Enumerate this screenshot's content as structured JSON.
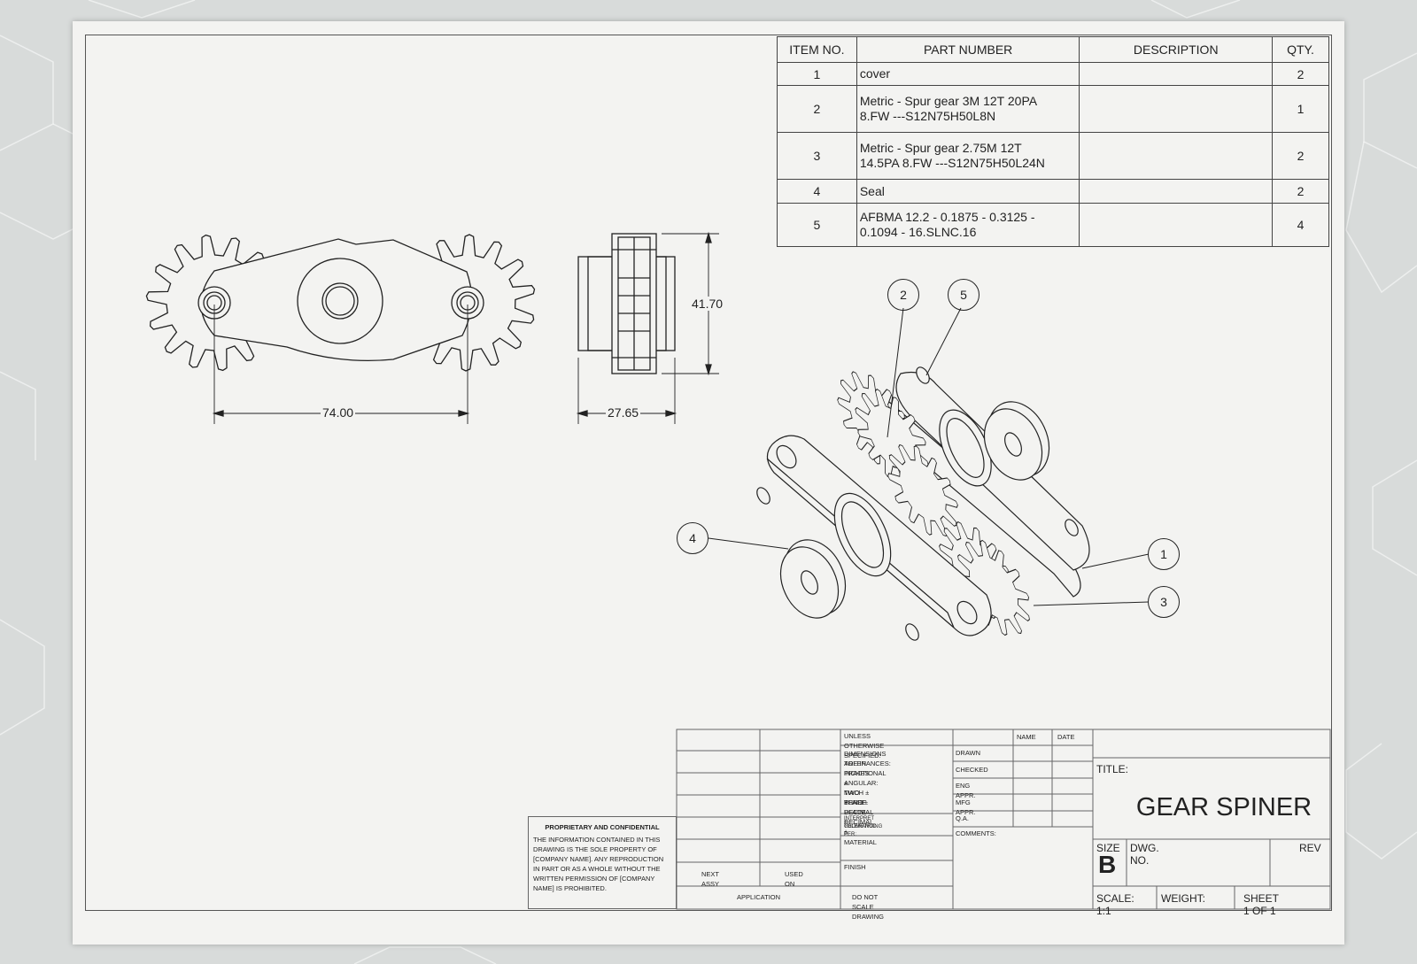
{
  "bom": {
    "headers": [
      "ITEM NO.",
      "PART NUMBER",
      "DESCRIPTION",
      "QTY."
    ],
    "rows": [
      {
        "item": "1",
        "part_1": "cover",
        "part_2": "",
        "desc": "",
        "qty": "2"
      },
      {
        "item": "2",
        "part_1": "Metric - Spur gear 3M 12T 20PA",
        "part_2": "8.FW ---S12N75H50L8N",
        "desc": "",
        "qty": "1"
      },
      {
        "item": "3",
        "part_1": "Metric - Spur gear 2.75M 12T",
        "part_2": "14.5PA 8.FW ---S12N75H50L24N",
        "desc": "",
        "qty": "2"
      },
      {
        "item": "4",
        "part_1": "Seal",
        "part_2": "",
        "desc": "",
        "qty": "2"
      },
      {
        "item": "5",
        "part_1": "AFBMA 12.2 - 0.1875 - 0.3125 -",
        "part_2": "0.1094 - 16.SLNC.16",
        "desc": "",
        "qty": "4"
      }
    ]
  },
  "dimensions": {
    "width": "74.00",
    "thickness": "27.65",
    "height": "41.70"
  },
  "balloons": [
    "2",
    "5",
    "4",
    "1",
    "3"
  ],
  "proprietary": {
    "title": "PROPRIETARY AND CONFIDENTIAL",
    "lines": [
      "THE INFORMATION CONTAINED IN THIS",
      "DRAWING IS THE SOLE PROPERTY OF",
      "[COMPANY NAME]. ANY REPRODUCTION",
      "IN PART OR AS A WHOLE WITHOUT THE",
      "WRITTEN PERMISSION OF [COMPANY",
      "NAME] IS PROHIBITED."
    ]
  },
  "title_block": {
    "unless": "UNLESS OTHERWISE SPECIFIED:",
    "tol_lines": [
      "DIMENSIONS ARE IN INCHES",
      "TOLERANCES:",
      "FRACTIONAL ±",
      "ANGULAR: MACH ±    BEND ±",
      "TWO PLACE DECIMAL    ±",
      "THREE PLACE DECIMAL  ±"
    ],
    "interpret": "INTERPRET GEOMETRIC",
    "interpret_2": "TOLERANCING PER:",
    "material": "MATERIAL",
    "finish": "FINISH",
    "do_not_scale": "DO NOT SCALE DRAWING",
    "next_assy": "NEXT ASSY",
    "used_on": "USED ON",
    "application": "APPLICATION",
    "name": "NAME",
    "date": "DATE",
    "drawn": "DRAWN",
    "checked": "CHECKED",
    "eng_appr": "ENG APPR.",
    "mfg_appr": "MFG APPR.",
    "qa": "Q.A.",
    "comments": "COMMENTS:",
    "title_label": "TITLE:",
    "title": "GEAR SPINER",
    "size_label": "SIZE",
    "size": "B",
    "dwg_no": "DWG.  NO.",
    "rev": "REV",
    "scale": "SCALE: 1:1",
    "weight": "WEIGHT:",
    "sheet": "SHEET 1 OF 1"
  }
}
